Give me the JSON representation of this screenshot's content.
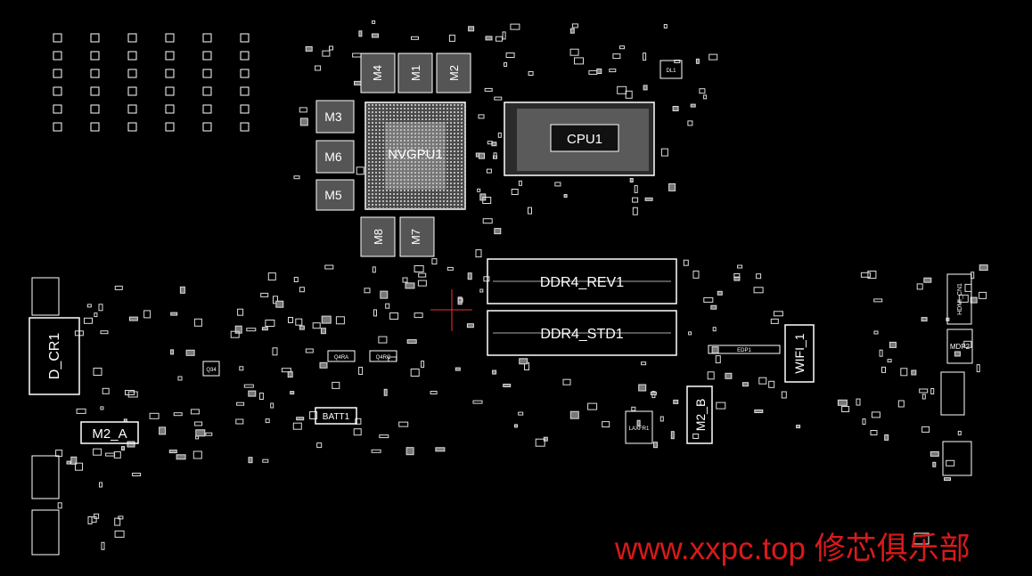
{
  "board": {
    "background": "#000000",
    "outline_color": "#ffffff",
    "watermark_color": "#d91a1a",
    "components": {
      "gpu": "NVGPU1",
      "cpu": "CPU1",
      "vram": [
        "M1",
        "M2",
        "M3",
        "M4",
        "M5",
        "M6",
        "M7",
        "M8"
      ],
      "ddr_rev": "DDR4_REV1",
      "ddr_std": "DDR4_STD1",
      "m2_a": "M2_A",
      "m2_b": "M2_B",
      "wifi": "WIFI_1",
      "batt": "BATT1",
      "d_cr": "D_CR1",
      "lan": "LAXFR1",
      "edp": "EDP1",
      "hdmi": "HDMI_CN1",
      "mdp": "MDP2",
      "dl": "DL1",
      "q34": "Q34",
      "q4ra": "Q4RA",
      "q4rc": "Q4RC"
    },
    "watermark": "www.xxpc.top 修芯俱乐部"
  }
}
